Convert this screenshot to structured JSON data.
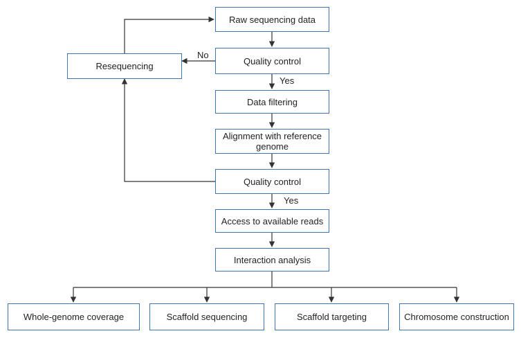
{
  "nodes": {
    "raw": "Raw sequencing data",
    "qc1": "Quality control",
    "reseq": "Resequencing",
    "filter": "Data filtering",
    "align": "Alignment with reference genome",
    "qc2": "Quality control",
    "access": "Access to available reads",
    "interact": "Interaction analysis",
    "whole": "Whole-genome coverage",
    "scaffold_seq": "Scaffold sequencing",
    "scaffold_tgt": "Scaffold targeting",
    "chromosome": "Chromosome construction"
  },
  "edge_labels": {
    "no": "No",
    "yes1": "Yes",
    "yes2": "Yes"
  },
  "colors": {
    "box_border": "#3f73b5",
    "edge": "#333333"
  }
}
